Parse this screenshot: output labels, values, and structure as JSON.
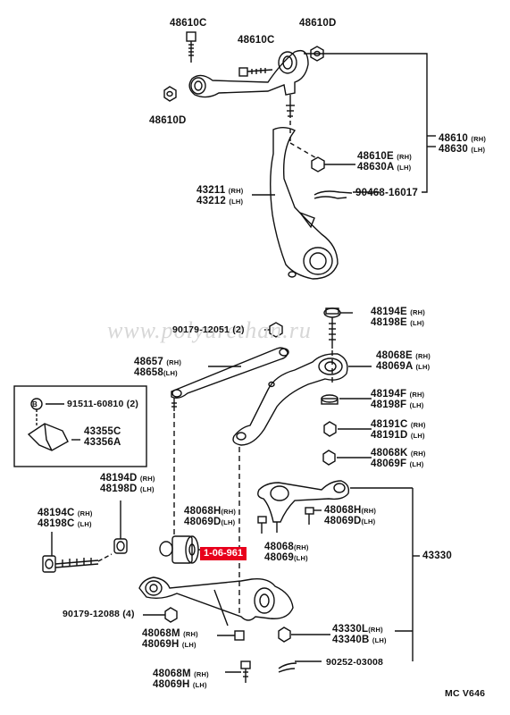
{
  "watermark": "www.polyurethan.ru",
  "labels": {
    "l_48610C_a": "48610C",
    "l_48610D_a": "48610D",
    "l_48610C_b": "48610C",
    "l_48610D_b": "48610D",
    "l_48610_rh": "48610",
    "l_48630_lh": "48630",
    "l_48610E": "48610E",
    "l_48630A": "48630A",
    "l_43211": "43211",
    "l_43212": "43212",
    "l_90468": "90468-16017",
    "l_48194E": "48194E",
    "l_48198E": "48198E",
    "l_90179_12051": "90179-12051 (2)",
    "l_48657": "48657",
    "l_48658": "48658",
    "l_48068E": "48068E",
    "l_48069A": "48069A",
    "l_48194F": "48194F",
    "l_48198F": "48198F",
    "l_91511": "91511-60810 (2)",
    "l_43355C": "43355C",
    "l_43356A": "43356A",
    "l_48191C": "48191C",
    "l_48191D": "48191D",
    "l_48068K": "48068K",
    "l_48069F": "48069F",
    "l_48194D": "48194D",
    "l_48198D": "48198D",
    "l_48194C": "48194C",
    "l_48198C": "48198C",
    "l_48068H_a": "48068H",
    "l_48069D_a": "48069D",
    "l_48068H_b": "48068H",
    "l_48069D_b": "48069D",
    "l_48068": "48068",
    "l_48069": "48069",
    "l_43330": "43330",
    "l_90179_12088": "90179-12088 (4)",
    "l_48068M_a": "48068M",
    "l_48069H_a": "48069H",
    "l_43330L": "43330L",
    "l_43340B": "43340B",
    "l_48068M_b": "48068M",
    "l_48069H_b": "48069H",
    "l_90252": "90252-03008",
    "l_mc": "MC V646",
    "highlight": "1-06-961",
    "b_mark": "B"
  },
  "side": {
    "rh": "(RH)",
    "lh": "(LH)",
    "rh_paren": "(RH)",
    "lh_paren": "(LH)"
  },
  "side_alt": {
    "l": "L",
    "b": "B"
  }
}
